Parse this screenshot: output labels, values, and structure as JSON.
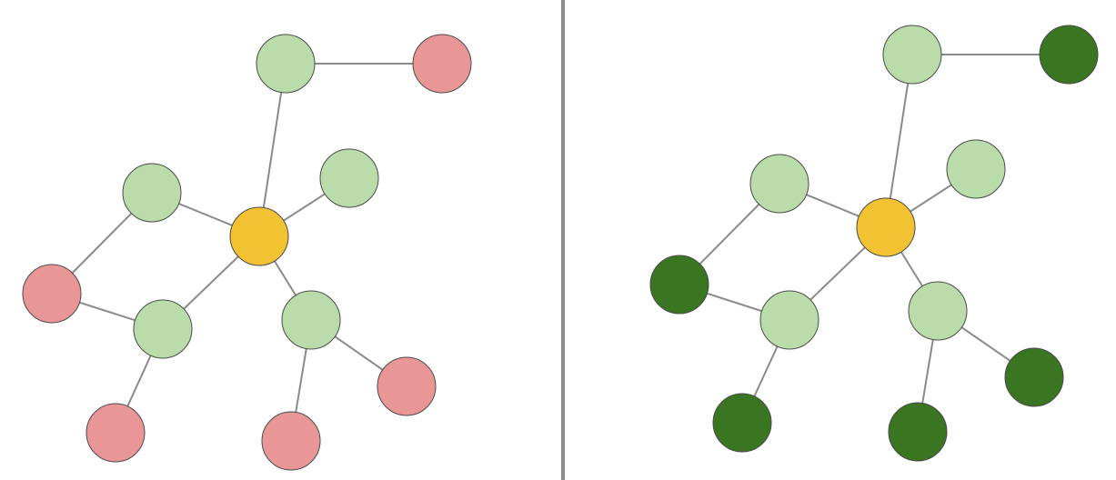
{
  "colors": {
    "center": "#f2c232",
    "neighbor": "#b9dcaa",
    "outer_left": "#e99696",
    "outer_right": "#3a7522",
    "edge": "#8a8a8a",
    "divider": "#8c8c8c"
  },
  "graphs": [
    {
      "id": "left",
      "nodes": [
        {
          "id": "c",
          "role": "center"
        },
        {
          "id": "n1",
          "role": "neighbor"
        },
        {
          "id": "n2",
          "role": "neighbor"
        },
        {
          "id": "n3",
          "role": "neighbor"
        },
        {
          "id": "n4",
          "role": "neighbor"
        },
        {
          "id": "n5",
          "role": "neighbor"
        },
        {
          "id": "o1",
          "role": "outer"
        },
        {
          "id": "o2",
          "role": "outer"
        },
        {
          "id": "o3",
          "role": "outer"
        },
        {
          "id": "o4",
          "role": "outer"
        },
        {
          "id": "o5",
          "role": "outer"
        }
      ],
      "outer_color_key": "outer_left"
    },
    {
      "id": "right",
      "nodes": [
        {
          "id": "c",
          "role": "center"
        },
        {
          "id": "n1",
          "role": "neighbor"
        },
        {
          "id": "n2",
          "role": "neighbor"
        },
        {
          "id": "n3",
          "role": "neighbor"
        },
        {
          "id": "n4",
          "role": "neighbor"
        },
        {
          "id": "n5",
          "role": "neighbor"
        },
        {
          "id": "o1",
          "role": "outer"
        },
        {
          "id": "o2",
          "role": "outer"
        },
        {
          "id": "o3",
          "role": "outer"
        },
        {
          "id": "o4",
          "role": "outer"
        },
        {
          "id": "o5",
          "role": "outer"
        }
      ],
      "outer_color_key": "outer_right"
    }
  ],
  "edges": [
    [
      "c",
      "n1"
    ],
    [
      "c",
      "n2"
    ],
    [
      "c",
      "n3"
    ],
    [
      "c",
      "n4"
    ],
    [
      "c",
      "n5"
    ],
    [
      "n1",
      "o1"
    ],
    [
      "n3",
      "o2"
    ],
    [
      "n4",
      "o2"
    ],
    [
      "n4",
      "o3"
    ],
    [
      "n5",
      "o4"
    ],
    [
      "n5",
      "o5"
    ]
  ]
}
